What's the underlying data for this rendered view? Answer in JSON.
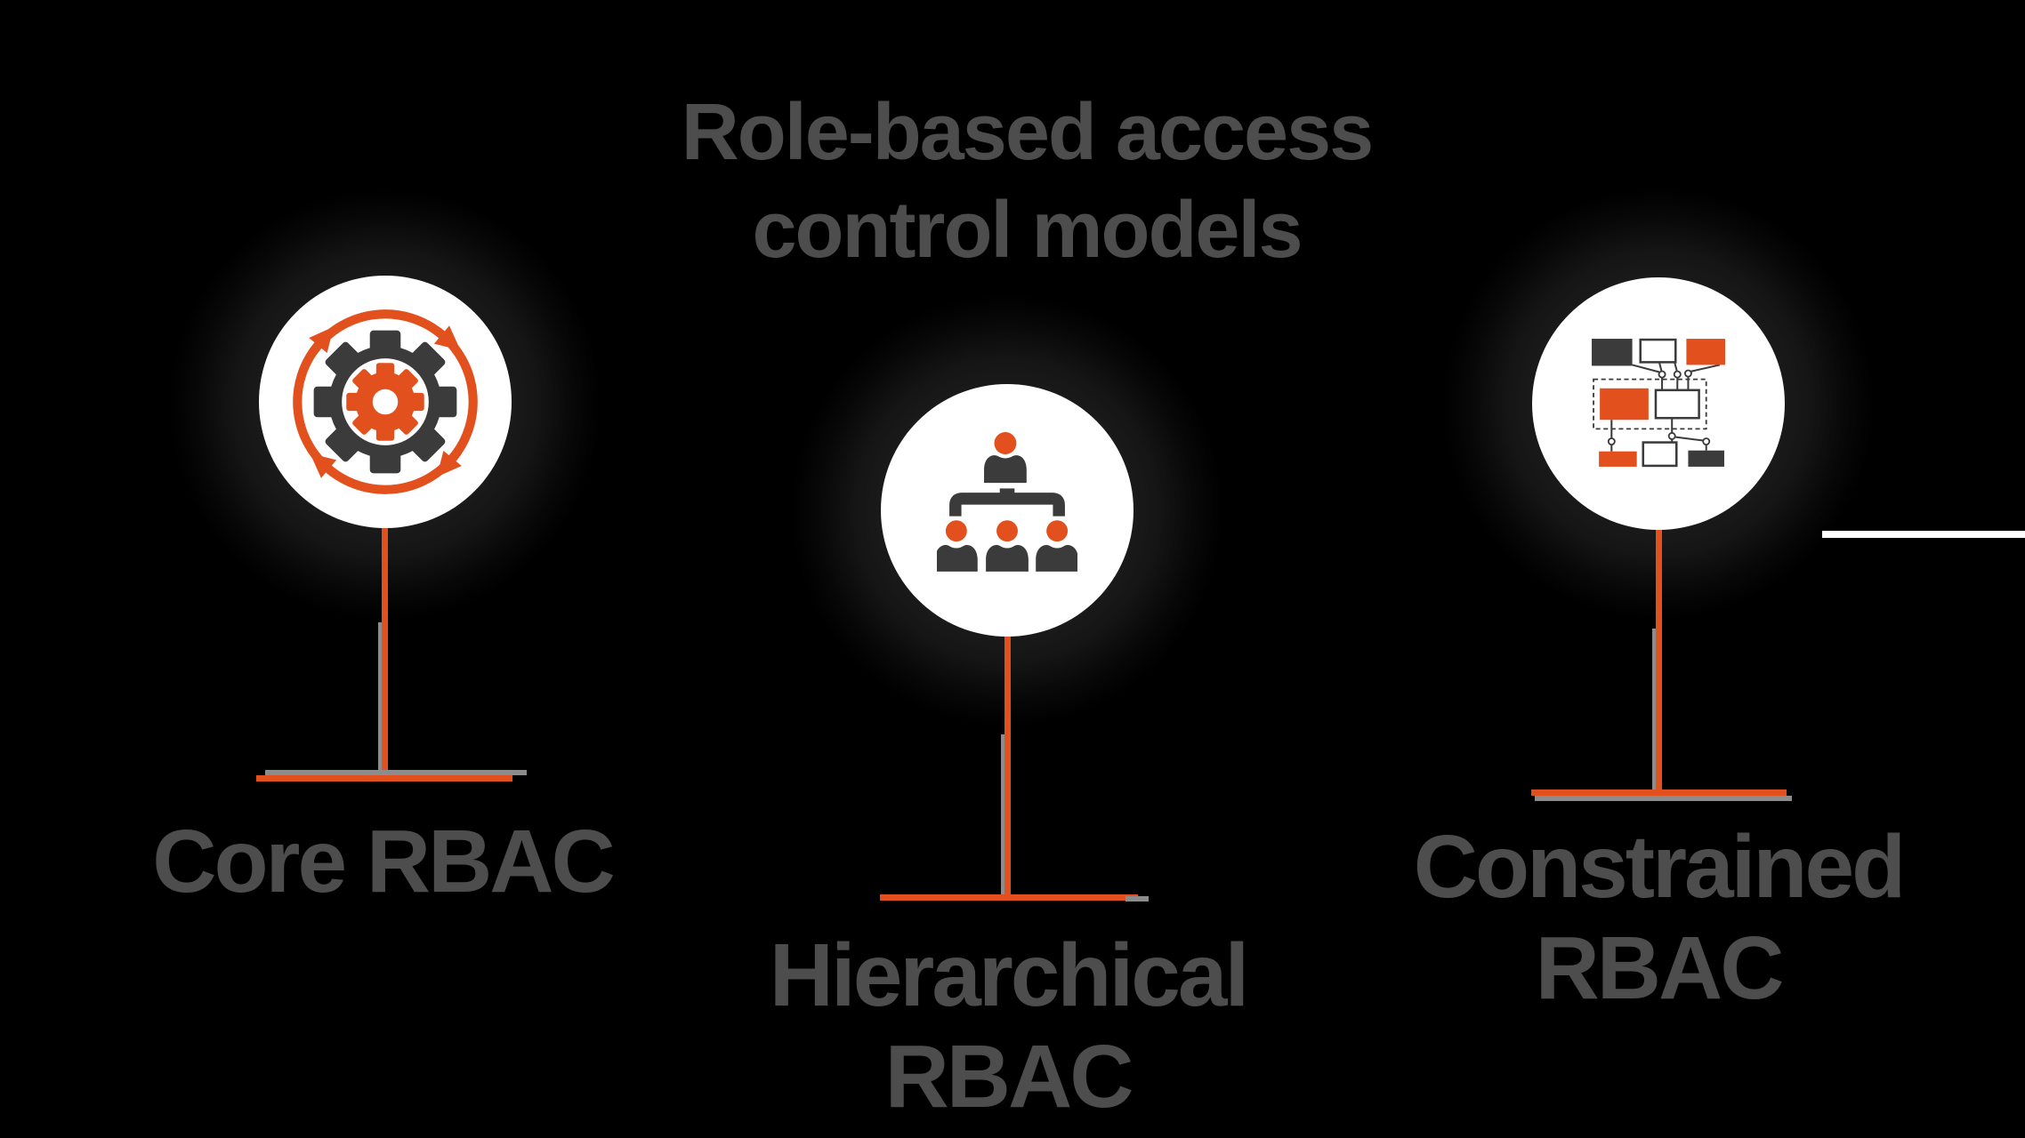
{
  "title": {
    "lines": [
      "Role-based access",
      "control models"
    ]
  },
  "models": [
    {
      "label_lines": [
        "Core RBAC"
      ],
      "icon": "gear-cycle-icon"
    },
    {
      "label_lines": [
        "Hierarchical",
        "RBAC"
      ],
      "icon": "org-hierarchy-icon"
    },
    {
      "label_lines": [
        "Constrained",
        "RBAC"
      ],
      "icon": "flowchart-icon"
    }
  ],
  "colors": {
    "background": "#000000",
    "accent-orange": "#e2501e",
    "icon-dark": "#3b3b3b",
    "text-gray": "#4d4d4d",
    "line-gray": "#8c8c8c",
    "bubble-white": "#ffffff",
    "divider-white": "#ffffff"
  }
}
